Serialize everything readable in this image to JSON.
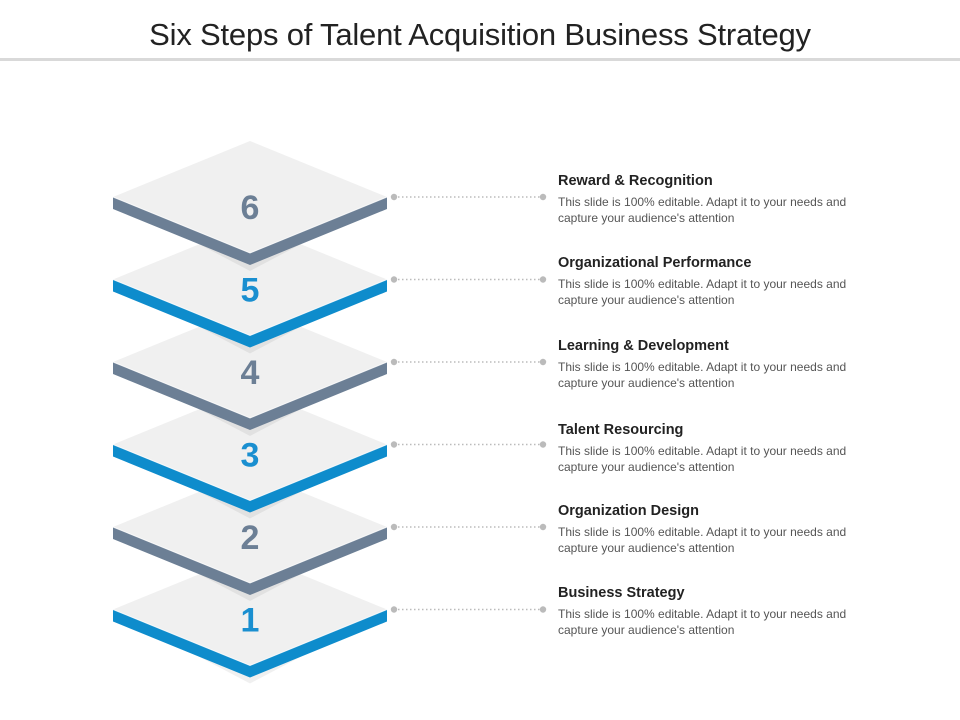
{
  "title": "Six Steps of Talent Acquisition Business Strategy",
  "colors": {
    "blue": "#0e8ccc",
    "gray": "#6c7f95",
    "layer_top": "#f0f0f0",
    "connector": "#bbbbbb",
    "number_gray": "#6c7f95",
    "number_blue": "#1a8fd0"
  },
  "steps": [
    {
      "number": "6",
      "heading": "Reward & Recognition",
      "description": "This slide is 100% editable. Adapt it to your needs and capture your audience's attention",
      "accent": "gray"
    },
    {
      "number": "5",
      "heading": "Organizational Performance",
      "description": "This slide is 100% editable. Adapt it to your needs and capture your audience's attention",
      "accent": "blue"
    },
    {
      "number": "4",
      "heading": "Learning & Development",
      "description": "This slide is 100% editable. Adapt it to your needs and capture your audience's attention",
      "accent": "gray"
    },
    {
      "number": "3",
      "heading": "Talent Resourcing",
      "description": "This slide is 100% editable. Adapt it to your needs and capture your audience's attention",
      "accent": "blue"
    },
    {
      "number": "2",
      "heading": "Organization Design",
      "description": "This slide is 100% editable. Adapt it to your needs and capture your audience's attention",
      "accent": "gray"
    },
    {
      "number": "1",
      "heading": "Business Strategy",
      "description": "This slide is 100% editable. Adapt it to your needs and capture your audience's attention",
      "accent": "blue"
    }
  ]
}
